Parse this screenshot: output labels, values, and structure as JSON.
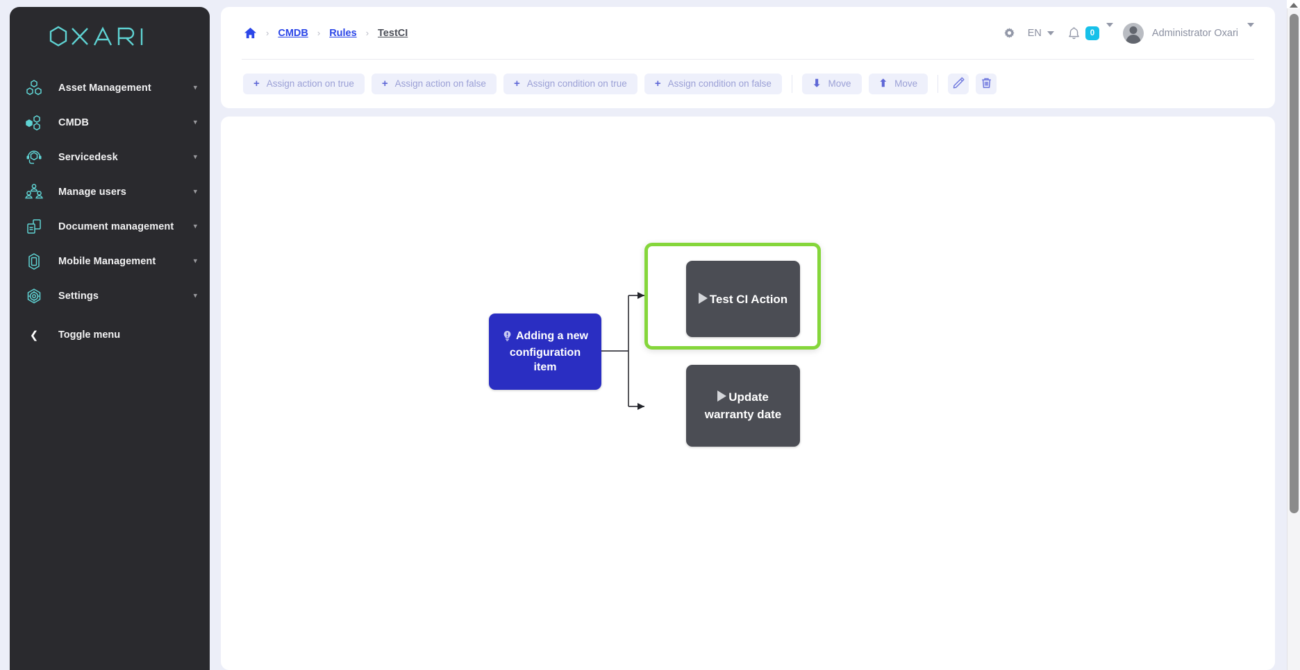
{
  "brand": {
    "logo_text": "XARI",
    "logo_full": "OXARI",
    "logo_color": "#5fd3d3"
  },
  "sidebar": {
    "items": [
      {
        "label": "Asset Management",
        "icon": "asset-nodes-icon",
        "chevron": "chevron-down-icon"
      },
      {
        "label": "CMDB",
        "icon": "cmdb-nodes-icon",
        "chevron": "chevron-down-icon"
      },
      {
        "label": "Servicedesk",
        "icon": "headset-icon",
        "chevron": "chevron-down-icon"
      },
      {
        "label": "Manage users",
        "icon": "users-icon",
        "chevron": "chevron-down-icon"
      },
      {
        "label": "Document management",
        "icon": "documents-icon",
        "chevron": "chevron-down-icon"
      },
      {
        "label": "Mobile Management",
        "icon": "mobile-device-icon",
        "chevron": "chevron-down-icon"
      },
      {
        "label": "Settings",
        "icon": "gear-hexagon-icon",
        "chevron": "chevron-down-icon"
      }
    ],
    "toggle": {
      "label": "Toggle menu",
      "icon": "chevron-left-icon"
    }
  },
  "header": {
    "breadcrumb": {
      "home_icon": "home-icon",
      "separator": "›",
      "items": [
        {
          "label": "CMDB",
          "type": "link"
        },
        {
          "label": "Rules",
          "type": "link"
        },
        {
          "label": "TestCI",
          "type": "current"
        }
      ]
    },
    "settings_icon": "gear-icon",
    "language": {
      "value": "EN",
      "caret": "caret-down-icon"
    },
    "notifications": {
      "icon": "bell-icon",
      "count": "0",
      "badge_color": "#17c0e9",
      "caret": "caret-down-icon"
    },
    "user": {
      "name": "Administrator Oxari",
      "avatar": "avatar",
      "caret": "caret-down-icon"
    }
  },
  "toolbar": {
    "buttons": [
      {
        "label": "Assign action on true",
        "icon": "plus-icon",
        "type": "text"
      },
      {
        "label": "Assign action on false",
        "icon": "plus-icon",
        "type": "text"
      },
      {
        "label": "Assign condition on true",
        "icon": "plus-icon",
        "type": "text"
      },
      {
        "label": "Assign condition on false",
        "icon": "plus-icon",
        "type": "text"
      }
    ],
    "move_buttons": [
      {
        "label": "Move",
        "icon": "arrow-down-icon"
      },
      {
        "label": "Move",
        "icon": "arrow-up-icon"
      }
    ],
    "icon_buttons": [
      {
        "name": "edit-button",
        "icon": "pencil-icon"
      },
      {
        "name": "delete-button",
        "icon": "trash-icon"
      }
    ]
  },
  "diagram": {
    "selection_color": "#85d63b",
    "nodes": [
      {
        "id": "trigger",
        "label": "Adding a new configuration item",
        "icon": "trigger-bulb-icon",
        "kind": "trigger",
        "color": "#2a2ec2",
        "selected": false
      },
      {
        "id": "action-test-ci",
        "label": "Test CI Action",
        "icon": "play-icon",
        "kind": "action",
        "color": "#4b4d54",
        "selected": true
      },
      {
        "id": "action-update-warranty",
        "label": "Update warranty date",
        "icon": "play-icon",
        "kind": "action",
        "color": "#4b4d54",
        "selected": false
      }
    ]
  },
  "scrollbar": {
    "orientation": "vertical",
    "arrow_up": "arrow-up-icon"
  }
}
